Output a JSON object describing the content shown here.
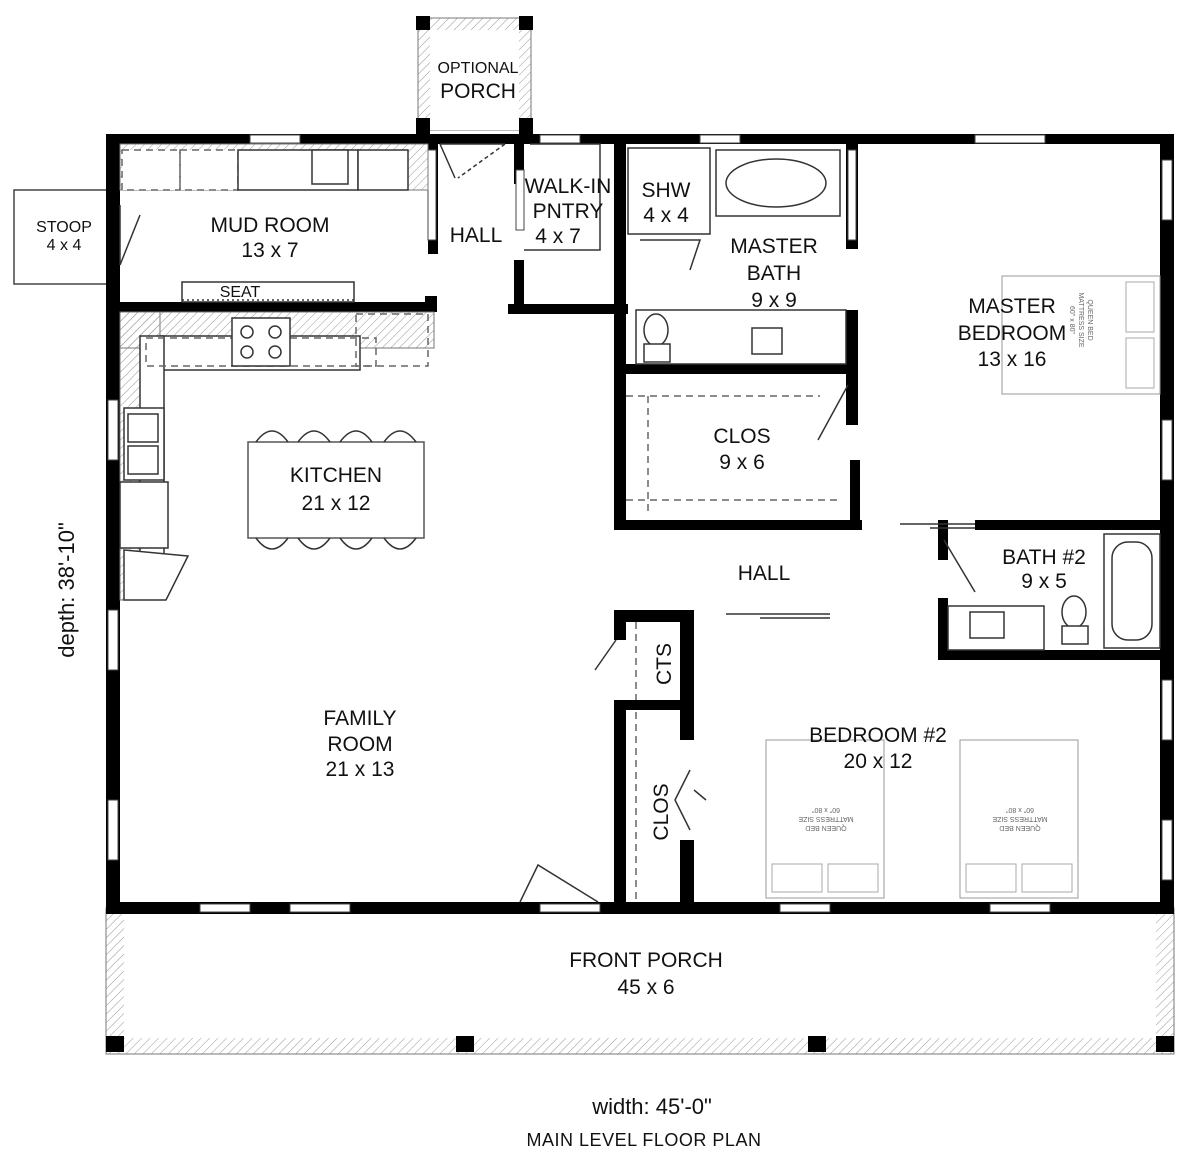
{
  "rooms": {
    "optional_porch": {
      "line1": "OPTIONAL",
      "line2": "PORCH"
    },
    "stoop": {
      "name": "STOOP",
      "size": "4 x 4"
    },
    "mud_room": {
      "name": "MUD ROOM",
      "size": "13 x 7"
    },
    "seat": "SEAT",
    "hall_upper": "HALL",
    "walk_in_pantry": {
      "line1": "WALK-IN",
      "line2": "PNTRY",
      "size": "4 x 7"
    },
    "shower": {
      "name": "SHW",
      "size": "4 x 4"
    },
    "master_bath": {
      "line1": "MASTER",
      "line2": "BATH",
      "size": "9 x 9"
    },
    "master_bedroom": {
      "line1": "MASTER",
      "line2": "BEDROOM",
      "size": "13 x 16"
    },
    "kitchen": {
      "name": "KITCHEN",
      "size": "21 x 12"
    },
    "closet_master": {
      "name": "CLOS",
      "size": "9 x 6"
    },
    "hall_center": "HALL",
    "bath_2": {
      "name": "BATH #2",
      "size": "9 x 5"
    },
    "cts": "CTS",
    "closet_small": "CLOS",
    "family_room": {
      "line1": "FAMILY",
      "line2": "ROOM",
      "size": "21 x 13"
    },
    "bedroom_2": {
      "name": "BEDROOM #2",
      "size": "20 x 12"
    },
    "front_porch": {
      "name": "FRONT PORCH",
      "size": "45 x 6"
    }
  },
  "bed_labels": {
    "line1": "QUEEN BED",
    "line2": "MATTRESS SIZE",
    "line3": "60\" x 80\""
  },
  "dimensions": {
    "depth": "depth: 38'-10\"",
    "width": "width: 45'-0\""
  },
  "title": "MAIN LEVEL FLOOR PLAN"
}
